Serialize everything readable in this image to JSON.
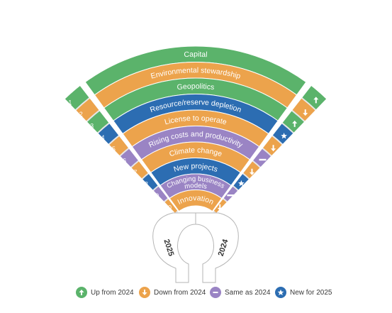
{
  "years": {
    "left": "2025",
    "right": "2024"
  },
  "colors": {
    "green": "#5bb36b",
    "orange": "#eca34c",
    "purple": "#9a84c4",
    "blue": "#2c6db2",
    "spoke": "#e6e6e6",
    "outline": "#b5b5b5"
  },
  "arcs": [
    {
      "label": "Capital",
      "color": "green"
    },
    {
      "label": "Environmental stewardship",
      "color": "orange"
    },
    {
      "label": "Geopolitics",
      "color": "green"
    },
    {
      "label": "Resource/reserve depletion",
      "color": "blue"
    },
    {
      "label": "License to operate",
      "color": "orange"
    },
    {
      "label": "Rising costs and productivity",
      "color": "purple"
    },
    {
      "label": "Climate change",
      "color": "orange"
    },
    {
      "label": "New projects",
      "color": "blue"
    },
    {
      "label": "Changing business models",
      "lines": [
        "Changing business",
        "models"
      ],
      "color": "purple"
    },
    {
      "label": "Innovation",
      "color": "orange"
    }
  ],
  "ranks_2025": [
    {
      "rank": "1",
      "color": "green"
    },
    {
      "rank": "2",
      "color": "orange"
    },
    {
      "rank": "3",
      "color": "green"
    },
    {
      "rank": "4",
      "color": "blue"
    },
    {
      "rank": "5",
      "color": "orange"
    },
    {
      "rank": "6",
      "color": "purple"
    },
    {
      "rank": "7",
      "color": "orange"
    },
    {
      "rank": "8",
      "color": "blue"
    },
    {
      "rank": "9",
      "color": "purple"
    },
    {
      "rank": "10",
      "color": "orange"
    }
  ],
  "changes_2024": [
    {
      "status": "up",
      "color": "green"
    },
    {
      "status": "down",
      "color": "orange"
    },
    {
      "status": "up",
      "color": "green"
    },
    {
      "status": "new",
      "color": "blue"
    },
    {
      "status": "down",
      "color": "orange"
    },
    {
      "status": "same",
      "color": "purple"
    },
    {
      "status": "down",
      "color": "orange"
    },
    {
      "status": "new",
      "color": "blue"
    },
    {
      "status": "same",
      "color": "purple"
    },
    {
      "status": "down",
      "color": "orange"
    }
  ],
  "legend": [
    {
      "label": "Up from 2024",
      "icon": "arrow-up-icon",
      "color": "green"
    },
    {
      "label": "Down from 2024",
      "icon": "arrow-down-icon",
      "color": "orange"
    },
    {
      "label": "Same as 2024",
      "icon": "dash-icon",
      "color": "purple"
    },
    {
      "label": "New for 2025",
      "icon": "star-icon",
      "color": "blue"
    }
  ]
}
